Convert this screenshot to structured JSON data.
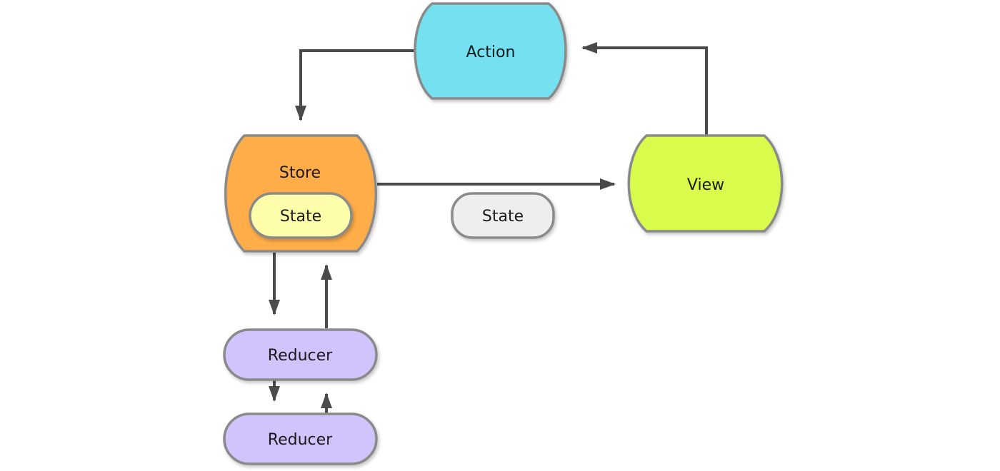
{
  "diagram": {
    "nodes": {
      "action": {
        "label": "Action",
        "color": "#74e0f0"
      },
      "store": {
        "label": "Store",
        "color": "#ffad4a"
      },
      "store_state": {
        "label": "State",
        "color": "#fdfdaa"
      },
      "view": {
        "label": "View",
        "color": "#d9fb4c"
      },
      "state_message": {
        "label": "State",
        "color": "#eeeeee"
      },
      "reducer_1": {
        "label": "Reducer",
        "color": "#d1c4fc"
      },
      "reducer_2": {
        "label": "Reducer",
        "color": "#d1c4fc"
      }
    },
    "edges": [
      {
        "from": "action",
        "to": "store"
      },
      {
        "from": "view",
        "to": "action"
      },
      {
        "from": "store",
        "to": "view"
      },
      {
        "from": "store",
        "to": "reducer_1"
      },
      {
        "from": "reducer_1",
        "to": "store"
      },
      {
        "from": "reducer_1",
        "to": "reducer_2"
      },
      {
        "from": "reducer_2",
        "to": "reducer_1"
      }
    ],
    "colors": {
      "stroke": "#8a8a8a",
      "arrow": "#4a4a4a",
      "shadow": "#c8c8c8"
    }
  }
}
